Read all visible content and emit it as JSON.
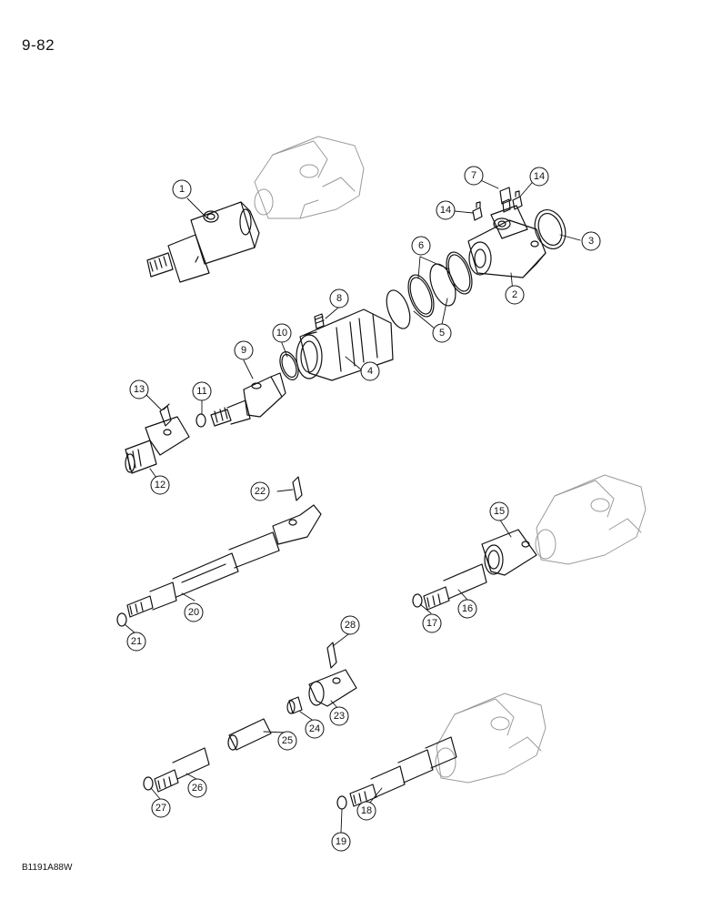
{
  "page": {
    "page_number": "9-82",
    "figure_code": "B1191A88W"
  },
  "callouts": [
    "1",
    "2",
    "3",
    "4",
    "5",
    "6",
    "7",
    "8",
    "9",
    "10",
    "11",
    "12",
    "13",
    "14",
    "14",
    "15",
    "16",
    "17",
    "18",
    "19",
    "20",
    "21",
    "22",
    "23",
    "24",
    "25",
    "26",
    "27",
    "28"
  ],
  "colors": {
    "ink": "#111111",
    "ghost": "#9a9a9a",
    "shade": "#555555"
  }
}
